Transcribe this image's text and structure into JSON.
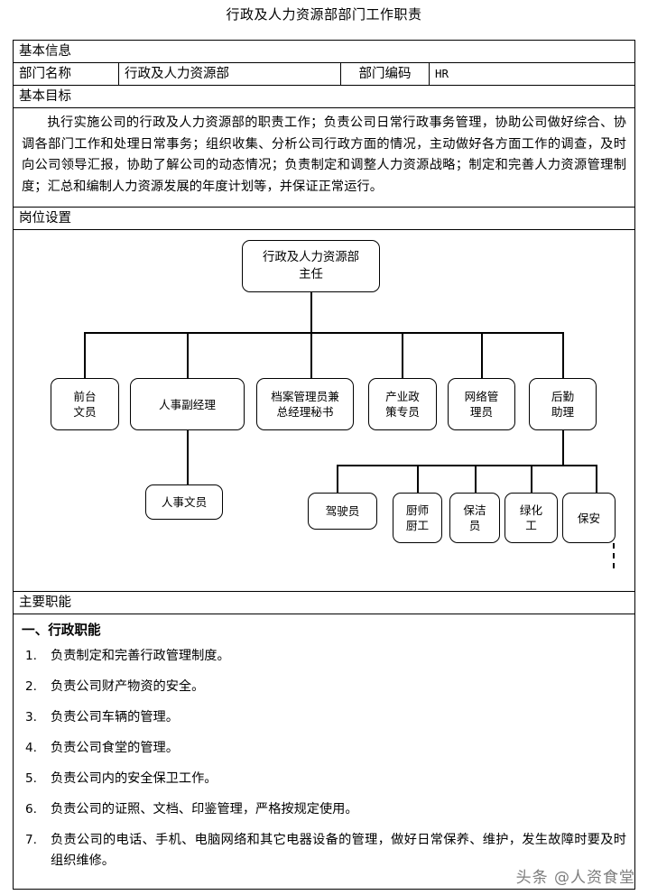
{
  "document": {
    "title": "行政及人力资源部部门工作职责"
  },
  "basic_info": {
    "section_label": "基本信息",
    "dept_name_label": "部门名称",
    "dept_name_value": "行政及人力资源部",
    "dept_code_label": "部门编码",
    "dept_code_value": "HR"
  },
  "basic_objective": {
    "section_label": "基本目标",
    "text": "执行实施公司的行政及人力资源部的职责工作；负责公司日常行政事务管理，协助公司做好综合、协调各部门工作和处理日常事务；组织收集、分析公司行政方面的情况，主动做好各方面工作的调查，及时向公司领导汇报，协助了解公司的动态情况；负责制定和调整人力资源战略；制定和完善人力资源管理制度；汇总和编制人力资源发展的年度计划等，并保证正常运行。"
  },
  "org_chart": {
    "section_label": "岗位设置",
    "type": "org-tree",
    "root": "行政及人力资源部主任",
    "root_lines": [
      "行政及人力资源部",
      "主任"
    ],
    "level2": [
      {
        "lines": [
          "前台",
          "文员"
        ],
        "name": "前台文员"
      },
      {
        "lines": [
          "人事副经理"
        ],
        "name": "人事副经理"
      },
      {
        "lines": [
          "档案管理员兼",
          "总经理秘书"
        ],
        "name": "档案管理员兼总经理秘书"
      },
      {
        "lines": [
          "产业政",
          "策专员"
        ],
        "name": "产业政策专员"
      },
      {
        "lines": [
          "网络管",
          "理员"
        ],
        "name": "网络管理员"
      },
      {
        "lines": [
          "后勤",
          "助理"
        ],
        "name": "后勤助理"
      }
    ],
    "level3_under_hr_manager": [
      {
        "lines": [
          "人事文员"
        ],
        "name": "人事文员"
      }
    ],
    "level3_under_logistics": [
      {
        "lines": [
          "驾驶员"
        ],
        "name": "驾驶员"
      },
      {
        "lines": [
          "厨师",
          "厨工"
        ],
        "name": "厨师厨工"
      },
      {
        "lines": [
          "保洁",
          "员"
        ],
        "name": "保洁员"
      },
      {
        "lines": [
          "绿化",
          "工"
        ],
        "name": "绿化工"
      },
      {
        "lines": [
          "保安"
        ],
        "name": "保安"
      }
    ]
  },
  "main_functions": {
    "section_label": "主要职能",
    "subsection_title": "一、行政职能",
    "items": [
      {
        "num": "1.",
        "text": "负责制定和完善行政管理制度。"
      },
      {
        "num": "2.",
        "text": "负责公司财产物资的安全。"
      },
      {
        "num": "3.",
        "text": "负责公司车辆的管理。"
      },
      {
        "num": "4.",
        "text": "负责公司食堂的管理。"
      },
      {
        "num": "5.",
        "text": "负责公司内的安全保卫工作。"
      },
      {
        "num": "6.",
        "text": "负责公司的证照、文档、印鉴管理，严格按规定使用。"
      },
      {
        "num": "7.",
        "text": "负责公司的电话、手机、电脑网络和其它电器设备的管理，做好日常保养、维护，发生故障时要及时组织维修。"
      }
    ]
  },
  "watermark": {
    "text": "头条 @人资食堂"
  },
  "colors": {
    "border": "#000000",
    "text": "#000000",
    "watermark": "#7d7d7d",
    "background": "#ffffff"
  }
}
